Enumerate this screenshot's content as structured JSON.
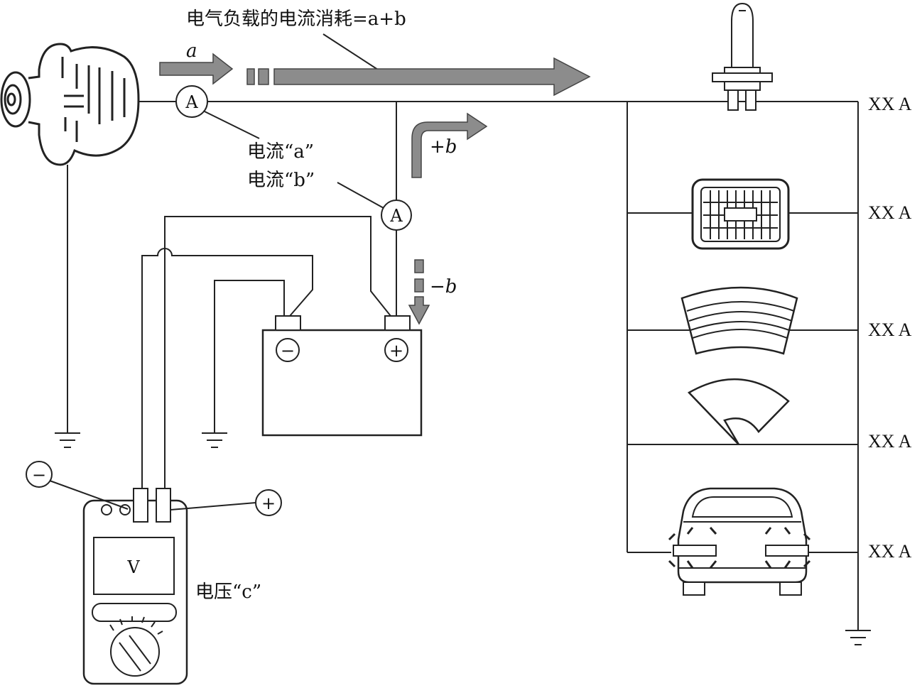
{
  "title": "电气负载的电流消耗=a+b",
  "arrows": {
    "a": "a",
    "plus_b": "+b",
    "minus_b": "−b"
  },
  "labels": {
    "current_a": "电流“a”",
    "current_b": "电流“b”",
    "voltage_c": "电压“c”"
  },
  "meters": {
    "ammeter_symbol": "A",
    "voltmeter_symbol": "V",
    "minus_sign": "−",
    "plus_sign": "+"
  },
  "loads": [
    {
      "name": "headlamp-bulb",
      "reading": "XX A"
    },
    {
      "name": "headlight-lamp",
      "reading": "XX A"
    },
    {
      "name": "rear-defogger",
      "reading": "XX A"
    },
    {
      "name": "wiper",
      "reading": "XX A"
    },
    {
      "name": "car-lights",
      "reading": "XX A"
    }
  ],
  "colors": {
    "arrow_fill": "#8c8c8c",
    "line": "#222222"
  }
}
